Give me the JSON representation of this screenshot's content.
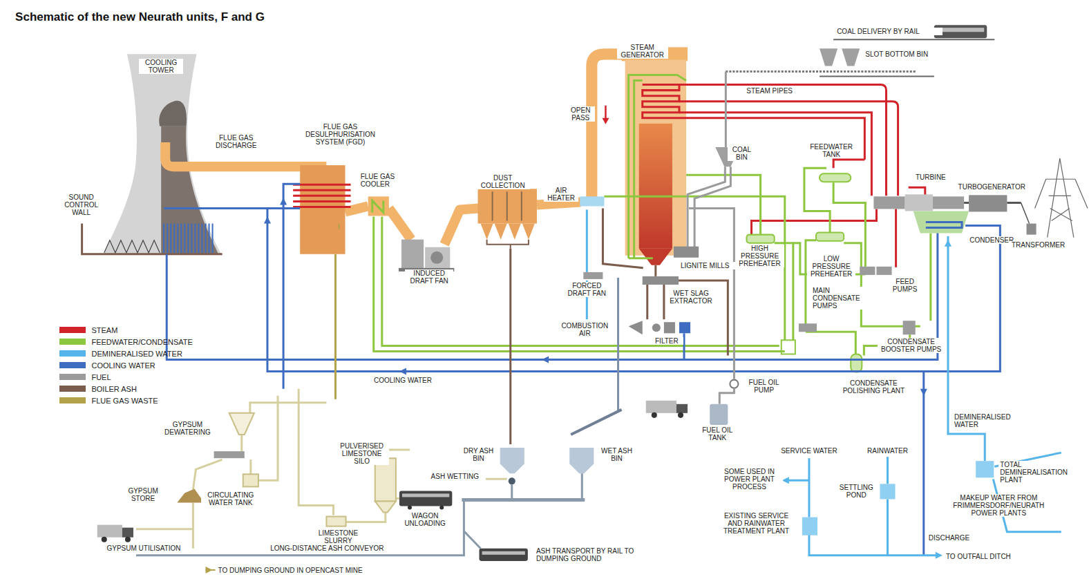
{
  "diagram": {
    "title": "Schematic of the new Neurath units, F and G",
    "labels": [
      "COOLING TOWER",
      "FLUE GAS DISCHARGE",
      "FLUE GAS DESULPHURISATION SYSTEM (FGD)",
      "FLUE GAS COOLER",
      "SOUND CONTROL WALL",
      "DUST COLLECTION",
      "AIR HEATER",
      "INDUCED DRAFT FAN",
      "STEAM GENERATOR",
      "OPEN PASS",
      "COAL DELIVERY BY RAIL",
      "SLOT BOTTOM BIN",
      "STEAM PIPES",
      "COAL BIN",
      "FEEDWATER TANK",
      "TURBINE",
      "TURBOGENERATOR",
      "CONDENSER",
      "TRANSFORMER",
      "HIGH PRESSURE PREHEATER",
      "LOW PRESSURE PREHEATER",
      "FEED PUMPS",
      "MAIN CONDENSATE PUMPS",
      "LIGNITE MILLS",
      "WET SLAG EXTRACTOR",
      "FORCED DRAFT FAN",
      "COMBUSTION AIR",
      "FILTER",
      "CONDENSATE BOOSTER PUMPS",
      "CONDENSATE POLISHING PLANT",
      "FUEL OIL PUMP",
      "FUEL OIL TANK",
      "COOLING WATER",
      "GYPSUM DEWATERING",
      "PULVERISED LIMESTONE SILO",
      "DRY ASH BIN",
      "WET ASH BIN",
      "ASH WETTING",
      "WAGON UNLOADING",
      "GYPSUM STORE",
      "CIRCULATING WATER TANK",
      "LIMESTONE SLURRY",
      "GYPSUM UTILISATION",
      "LONG-DISTANCE ASH CONVEYOR",
      "ASH TRANSPORT BY RAIL TO DUMPING GROUND",
      "TO DUMPING GROUND IN OPENCAST MINE",
      "SERVICE WATER",
      "RAINWATER",
      "SOME USED IN POWER PLANT PROCESS",
      "SETTLING POND",
      "EXISTING SERVICE AND RAINWATER TREATMENT PLANT",
      "DEMINERALISED WATER",
      "TOTAL DEMINERALISATION PLANT",
      "MAKEUP WATER FROM FRIMMERSDORF/NEURATH POWER PLANTS",
      "DISCHARGE",
      "TO OUTFALL DITCH"
    ],
    "legend": [
      {
        "text": "STEAM",
        "color": "#d2232a"
      },
      {
        "text": "FEEDWATER/CONDENSATE",
        "color": "#8dc63f"
      },
      {
        "text": "DEMINERALISED WATER",
        "color": "#55b4e9"
      },
      {
        "text": "COOLING WATER",
        "color": "#3d6cc0"
      },
      {
        "text": "FUEL",
        "color": "#9b9b9b"
      },
      {
        "text": "BOILER ASH",
        "color": "#7b5c4c"
      },
      {
        "text": "FLUE GAS WASTE",
        "color": "#b3a24a"
      }
    ]
  }
}
